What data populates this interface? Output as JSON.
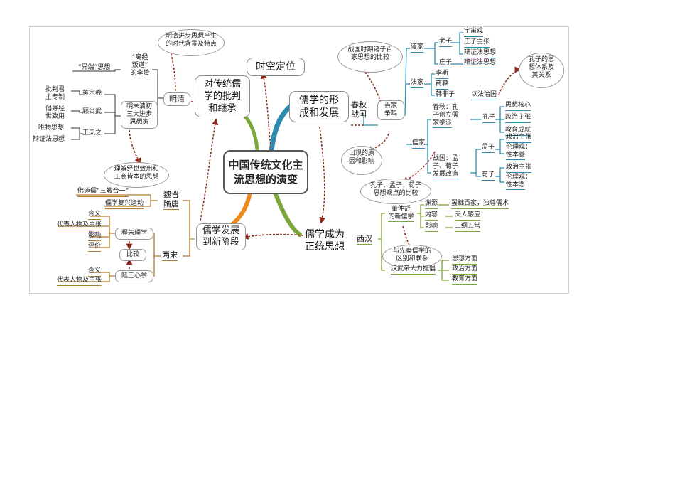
{
  "center": {
    "line1": "中国传统文化主",
    "line2": "流思想的演变"
  },
  "top_node": "时空定位",
  "b1": {
    "title_l1": "儒学的形",
    "title_l2": "成和发展",
    "period_l1": "春秋",
    "period_l2": "战国",
    "baijia_l1": "百家",
    "baijia_l2": "争鸣",
    "compare_l1": "战国时期诸子百",
    "compare_l2": "家思想的比较",
    "origin_l1": "出现的原",
    "origin_l2": "因和影响",
    "daojia": "道家",
    "laozi": "老子",
    "yuzhou": "宇宙观",
    "zhuangzi_zhuzhang": "庄子主张",
    "bianzheng1": "辩证法思想",
    "zhuangzi": "庄子",
    "bianzheng2": "辩证法思想",
    "fajia": "法家",
    "lisi": "李斯",
    "shangyang": "商鞅",
    "hanfeizi": "韩非子",
    "yifazhiguo": "以法治国",
    "rujia": "儒家",
    "kongzi_tixi_l1": "孔子的思",
    "kongzi_tixi_l2": "想体系及",
    "kongzi_tixi_l3": "其关系",
    "chunqiu_l1": "春秋：孔",
    "chunqiu_l2": "子创立儒",
    "chunqiu_l3": "家学派",
    "kongzi": "孔子",
    "sixiang_hexin": "思想核心",
    "zhengzhi1": "政治主张",
    "jiaoyu": "教育成就",
    "zhanguo_l1": "战国：孟",
    "zhanguo_l2": "子、荀子",
    "zhanguo_l3": "发展改造",
    "mengzi": "孟子",
    "zhengzhi2": "政治主张",
    "lunli1_l1": "伦理观：",
    "lunli1_l2": "性本善",
    "xunzi": "荀子",
    "zhengzhi3": "政治主张",
    "lunli2_l1": "伦理观：",
    "lunli2_l2": "性本恶",
    "compare2_l1": "孔子、孟子、荀子",
    "compare2_l2": "思想观点的比较"
  },
  "b2": {
    "title_l1": "儒学成为",
    "title_l2": "正统思想",
    "xihan": "西汉",
    "dong_l1": "董仲舒",
    "dong_l2": "的新儒学",
    "yuanyuan": "渊源",
    "neirong": "内容",
    "yingxiang": "影响",
    "bachu": "罢黜百家，独尊儒术",
    "tianren": "天人感应",
    "sangang": "三纲五常",
    "xianqin_l1": "与先秦儒学的",
    "xianqin_l2": "区别和联系",
    "wudi": "汉武帝大力提倡",
    "sixiang_fm": "思想方面",
    "zhengzhi_fm": "政治方面",
    "jiaoyu_fm": "教育方面"
  },
  "b3": {
    "title_l1": "儒学发展",
    "title_l2": "到新阶段",
    "weijin_l1": "魏晋",
    "weijin_l2": "隋唐",
    "sanjiao": "佛道儒“三教合一”",
    "fuxing": "儒学复兴运动",
    "liangsong": "两宋",
    "chengzhu": "程朱理学",
    "lumang": "陆王心学",
    "bijiao": "比较",
    "hanyi1": "含义",
    "daibiao1": "代表人物及主张",
    "yingxiang": "影响",
    "pingjia": "评价",
    "hanyi2": "含义",
    "daibiao2": "代表人物及主张"
  },
  "b4": {
    "title_l1": "对传统儒",
    "title_l2": "学的批判",
    "title_l3": "和继承",
    "mingqing": "明清",
    "beijing_l1": "明清进步思想产生",
    "beijing_l2": "的时代背景及特点",
    "jingdian_l1": "“离经",
    "jingdian_l2": "叛道”",
    "jingdian_l3": "的李贽",
    "yiduan": "“异端”思想",
    "sanda_l1": "明末清初",
    "sanda_l2": "三大进步",
    "sanda_l3": "思想家",
    "huang": "黄宗羲",
    "gu": "顾炎武",
    "wang": "王夫之",
    "pipan_l1": "批判君",
    "pipan_l2": "主专制",
    "changdao_l1": "倡导经",
    "changdao_l2": "世致用",
    "weiwu": "唯物思想",
    "bianzheng": "辩证法思想",
    "lijie_l1": "理解经世致用和",
    "lijie_l2": "工商皆本的思想"
  },
  "colors": {
    "teal": "#2e8bb0",
    "green": "#7aa63a",
    "orange": "#ee8a1e",
    "link": "#8b2a1a",
    "tan": "#b07b2e"
  }
}
